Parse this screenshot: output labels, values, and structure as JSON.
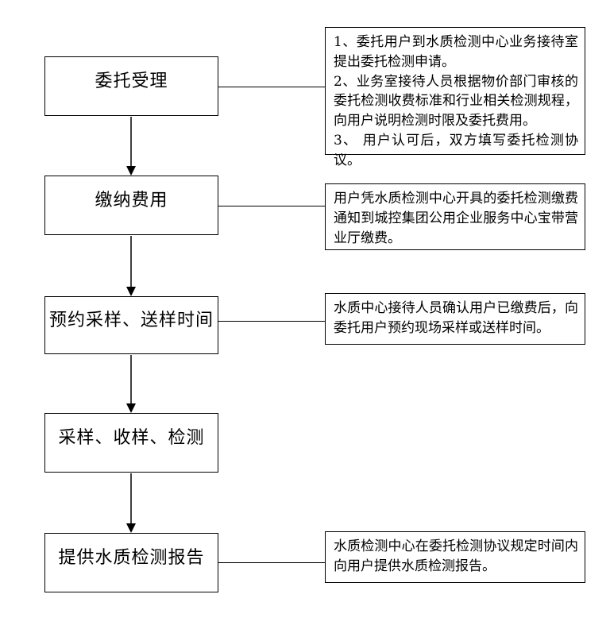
{
  "diagram": {
    "steps": [
      {
        "label": "委托受理"
      },
      {
        "label": "缴纳费用"
      },
      {
        "label": "预约采样、送样时间"
      },
      {
        "label": "采样、收样、检测"
      },
      {
        "label": "提供水质检测报告"
      }
    ],
    "notes": [
      {
        "text": "1、委托用户到水质检测中心业务接待室提出委托检测申请。\n2、业务室接待人员根据物价部门审核的委托检测收费标准和行业相关检测规程，向用户说明检测时限及委托费用。\n3、 用户认可后，双方填写委托检测协议。"
      },
      {
        "text": "用户凭水质检测中心开具的委托检测缴费通知到城控集团公用企业服务中心宝带营业厅缴费。"
      },
      {
        "text": "水质中心接待人员确认用户已缴费后，向委托用户预约现场采样或送样时间。"
      },
      {
        "text": "水质检测中心在委托检测协议规定时间内向用户提供水质检测报告。"
      }
    ],
    "colors": {
      "background": "#ffffff",
      "box_border": "#000000",
      "text": "#000000",
      "arrow_line": "#404040",
      "arrow_head": "#000000"
    }
  }
}
